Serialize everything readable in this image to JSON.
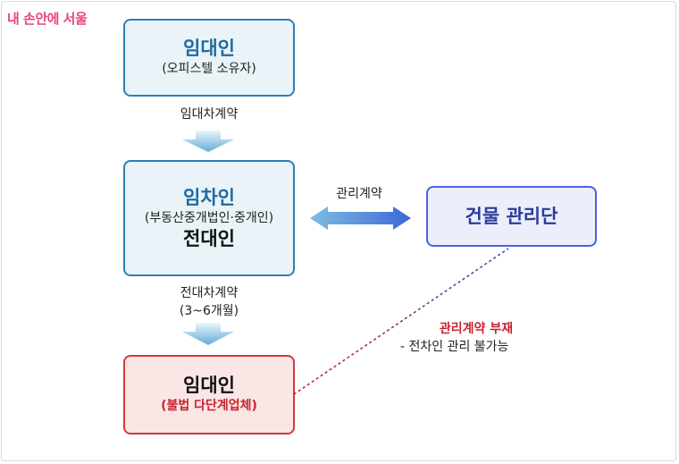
{
  "logo": {
    "text": "내 손안에 서울"
  },
  "landlord": {
    "title": "임대인",
    "subtitle": "(오피스텔 소유자)"
  },
  "lease_label": "임대차계약",
  "tenant": {
    "title": "임차인",
    "subtitle": "(부동산중개법인·중개인)",
    "title2": "전대인"
  },
  "mgmt_contract_label": "관리계약",
  "building": {
    "title": "건물 관리단"
  },
  "sublease_label": {
    "line1": "전대차계약",
    "line2": "(3~6개월)"
  },
  "sublessor": {
    "title": "임대인",
    "subtitle": "(불법 다단계업체)"
  },
  "note": {
    "line1": "관리계약 부재",
    "line2": "- 전차인 관리 불가능"
  },
  "colors": {
    "box_border": "#2e7fb5",
    "building_border": "#4a63d6",
    "illegal_border": "#d23a3a",
    "accent_red": "#c8232c",
    "logo": "#e8467a"
  }
}
